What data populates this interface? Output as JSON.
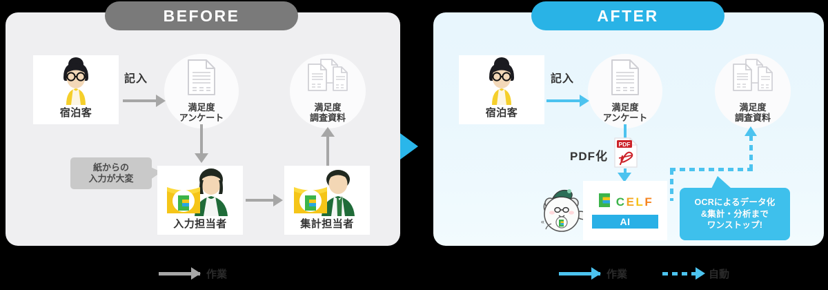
{
  "panels": {
    "before": {
      "pill_label": "BEFORE",
      "pill_color": "#7a7a7a",
      "bg_color": "#efeff1",
      "guest": {
        "caption": "宿泊客",
        "icon": "guest-woman-avatar-icon"
      },
      "write_label": "記入",
      "survey": {
        "caption_line1": "満足度",
        "caption_line2": "アンケート",
        "icon": "single-document-icon"
      },
      "materials": {
        "caption_line1": "満足度",
        "caption_line2": "調査資料",
        "icon": "stacked-documents-icon"
      },
      "bubble": {
        "line1": "紙からの",
        "line2": "入力が大変",
        "color": "#c9c9c9"
      },
      "entry_staff": {
        "caption": "入力担当者",
        "icon": "female-staff-celf-folder-icon"
      },
      "tally_staff": {
        "caption": "集計担当者",
        "icon": "male-staff-celf-folder-icon"
      },
      "legend": {
        "arrow_label": "作業",
        "arrow_color": "#a6a6a6"
      }
    },
    "after": {
      "pill_label": "AFTER",
      "pill_color": "#29b3e6",
      "bg_color": "#e8f6fd",
      "guest": {
        "caption": "宿泊客",
        "icon": "guest-woman-avatar-icon"
      },
      "write_label": "記入",
      "survey": {
        "caption_line1": "満足度",
        "caption_line2": "アンケート",
        "icon": "single-document-icon"
      },
      "materials": {
        "caption_line1": "満足度",
        "caption_line2": "調査資料",
        "icon": "stacked-documents-icon"
      },
      "pdf_label": "PDF化",
      "pdf_icon": {
        "name": "pdf-document-icon",
        "badge": "PDF",
        "badge_color": "#cc2229"
      },
      "mascot": {
        "icon": "celf-bear-mascot-icon"
      },
      "celf": {
        "logo_letters": [
          "C",
          "E",
          "L",
          "F"
        ],
        "logo_colors": [
          "#3cb44a",
          "#f5a623",
          "#f5c518",
          "#f5841f"
        ],
        "mark_icon": "celf-c-mark-icon",
        "ai_label": "AI",
        "ai_color": "#29b0e6"
      },
      "callout": {
        "line1": "OCRによるデータ化",
        "line2": "&集計・分析まで",
        "line3": "ワンストップ!",
        "color": "#3ec0ec"
      },
      "legend": {
        "solid_label": "作業",
        "solid_color": "#4cc3ef",
        "dotted_label": "自動",
        "dotted_color": "#4cc3ef"
      }
    }
  },
  "transition_arrow": {
    "icon": "cyan-triangle-arrow-icon",
    "color": "#2ab6ea"
  }
}
